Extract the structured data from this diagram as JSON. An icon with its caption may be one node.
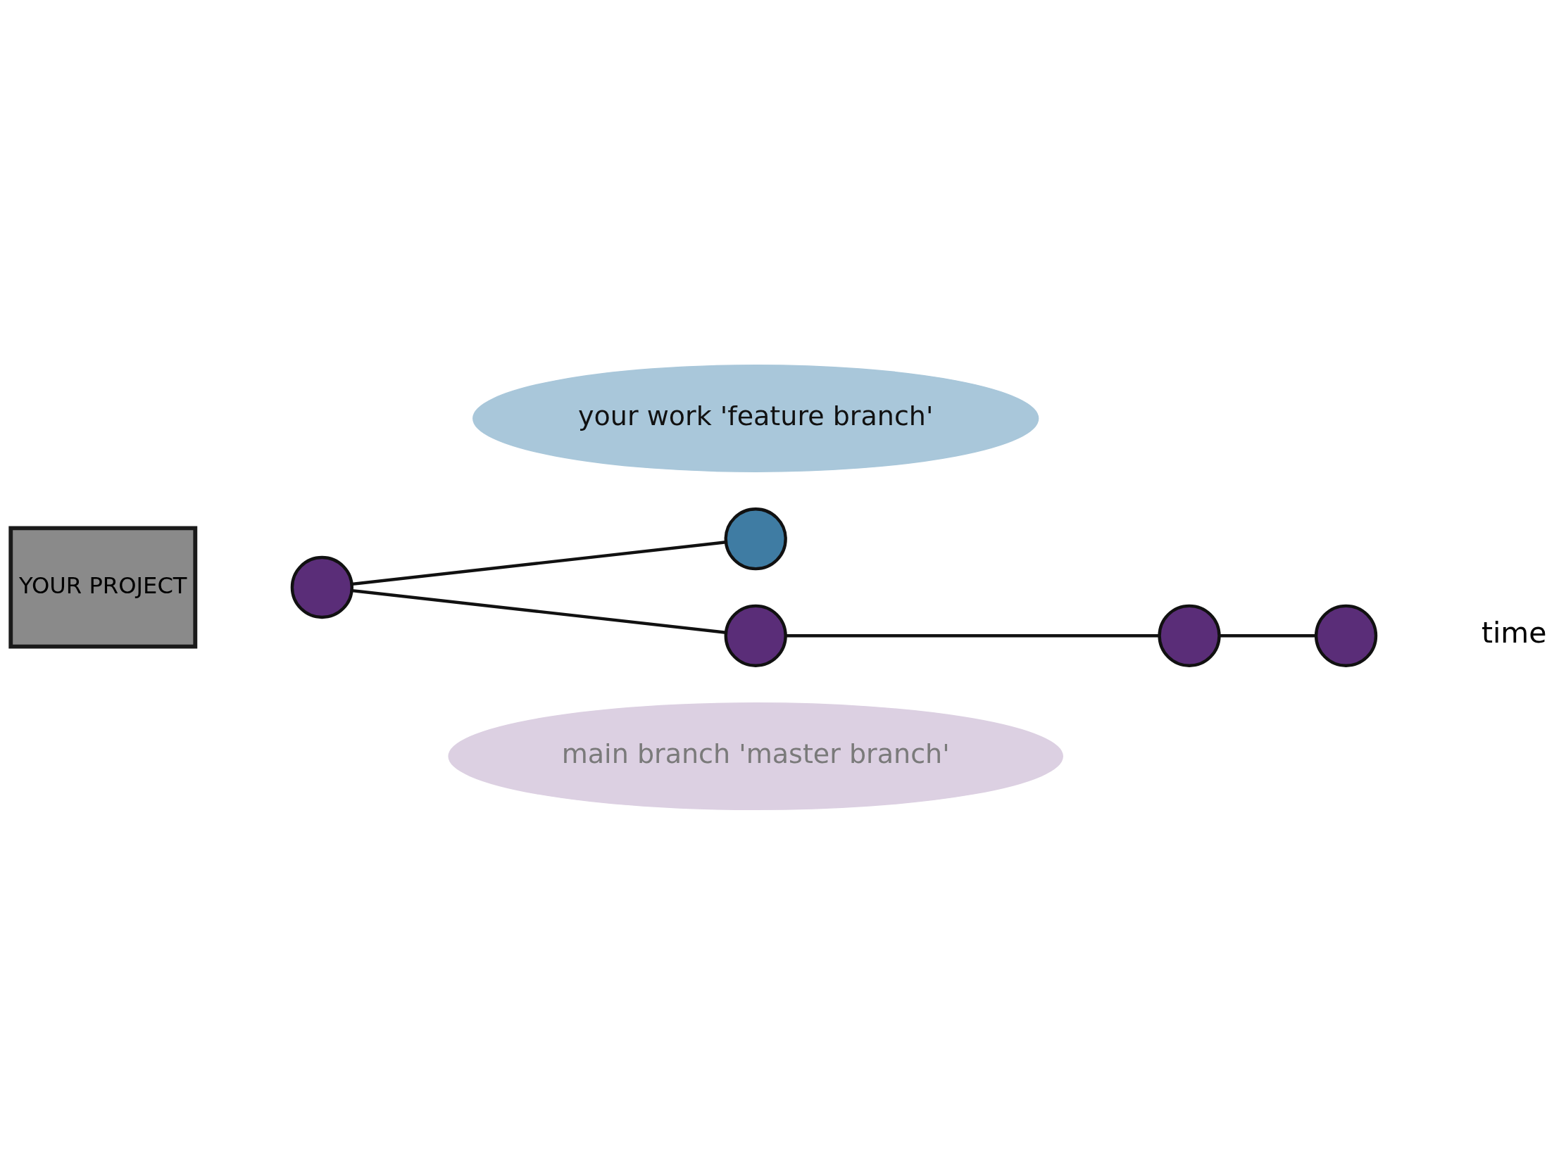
{
  "diagram": {
    "nodes": [
      {
        "text": [
          "YOUR PROJECT"
        ]
      },
      {
        "text": [
          "your work 'feature branch'"
        ]
      },
      {
        "text": [
          "main branch 'master branch'"
        ]
      },
      {
        "text": [],
        "shape": "circle"
      },
      {
        "text": [],
        "shape": "circle"
      },
      {
        "text": [],
        "shape": "circle"
      },
      {
        "text": [],
        "shape": "circle"
      },
      {
        "text": [],
        "shape": "circle"
      }
    ],
    "edges": [
      {
        "from": 3,
        "to": 4,
        "arrow": "none"
      },
      {
        "from": 3,
        "to": 5,
        "arrow": "none"
      },
      {
        "from": 5,
        "to": 6,
        "arrow": "none"
      },
      {
        "from": 6,
        "to": 7,
        "arrow": "none"
      }
    ],
    "labels": [
      "time"
    ]
  }
}
